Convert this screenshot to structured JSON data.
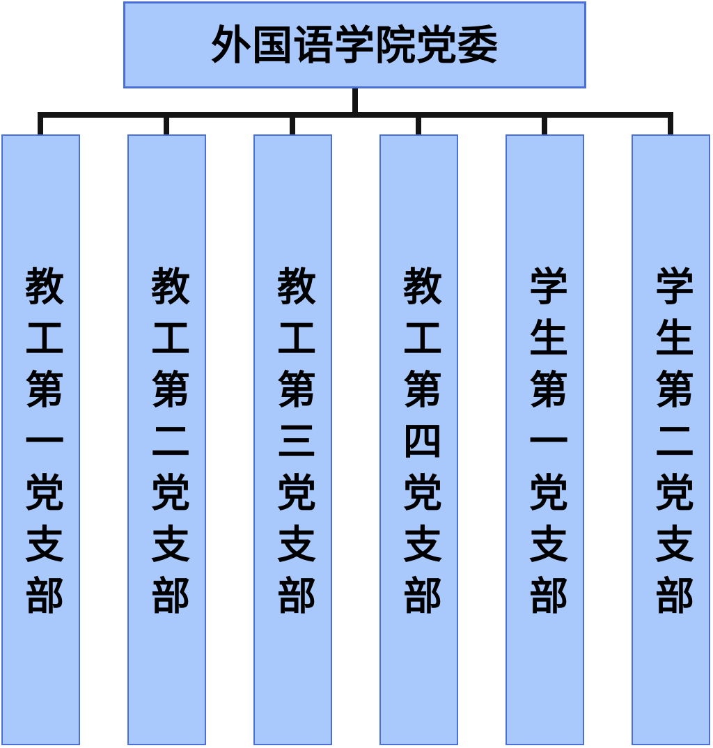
{
  "diagram": {
    "type": "org-chart",
    "root": {
      "label": "外国语学院党委"
    },
    "branches": [
      {
        "label": "教工第一党支部"
      },
      {
        "label": "教工第二党支部"
      },
      {
        "label": "教工第三党支部"
      },
      {
        "label": "教工第四党支部"
      },
      {
        "label": "学生第一党支部"
      },
      {
        "label": "学生第二党支部"
      }
    ],
    "colors": {
      "box_fill": "#a9c8fb",
      "box_border": "#4a6fd6",
      "connector": "#141414",
      "text_color": "#000000",
      "background": "#ffffff"
    }
  }
}
